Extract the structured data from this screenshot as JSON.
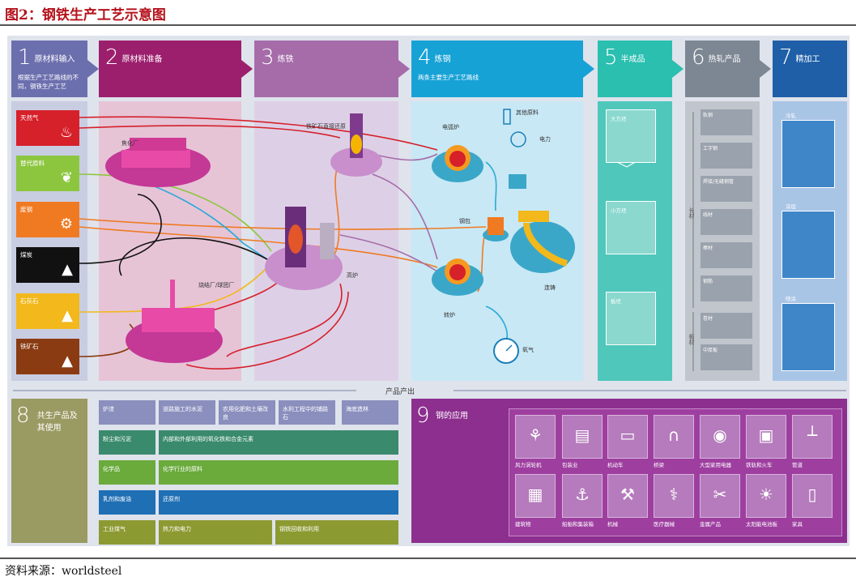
{
  "figure_title": "图2：钢铁生产工艺示意图",
  "source": "资料来源：worldsteel",
  "sections": [
    {
      "num": "1",
      "title": "原材料输入",
      "sub": "根据生产工艺路线的不同，钢铁生产工艺",
      "color": "#6c6fae"
    },
    {
      "num": "2",
      "title": "原材料准备",
      "color": "#9c1f6e"
    },
    {
      "num": "3",
      "title": "炼铁",
      "color": "#a56ca9"
    },
    {
      "num": "4",
      "title": "炼钢",
      "sub": "两条主要生产工艺路线",
      "color": "#17a2d6"
    },
    {
      "num": "5",
      "title": "半成品",
      "color": "#2bbfb0"
    },
    {
      "num": "6",
      "title": "热轧产品",
      "color": "#7d8793"
    },
    {
      "num": "7",
      "title": "精加工",
      "color": "#1f5fa8"
    }
  ],
  "inputs": [
    {
      "label": "天然气",
      "color": "#d6202a",
      "icon": "flame-icon"
    },
    {
      "label": "替代原料",
      "color": "#8cc63f",
      "icon": "corn-icon"
    },
    {
      "label": "废钢",
      "color": "#f07a22",
      "icon": "scrap-car-icon"
    },
    {
      "label": "煤炭",
      "color": "#111111",
      "icon": "pile-icon"
    },
    {
      "label": "石灰石",
      "color": "#f2b81c",
      "icon": "pile-icon"
    },
    {
      "label": "铁矿石",
      "color": "#8a3b12",
      "icon": "pile-icon"
    }
  ],
  "plant_labels": {
    "coke_plant": "焦化厂",
    "sinter_plant": "烧结厂/球团厂",
    "dri": "铁矿石直接还原",
    "blast_furnace": "高炉",
    "eaf": "电弧炉",
    "other_materials": "其他原料",
    "electricity": "电力",
    "ladle": "钢包",
    "bof": "转炉",
    "caster": "连铸",
    "oxygen": "氧气"
  },
  "semi_products": [
    "大方坯",
    "小方坯",
    "板坯"
  ],
  "hot_rolled": [
    "轨钢",
    "工字钢",
    "焊接/无缝钢管",
    "线材",
    "棒材",
    "钢筋",
    "卷材",
    "中厚板"
  ],
  "hot_rolled_groups": {
    "long": "长材",
    "flat": "板材"
  },
  "finishing": [
    "冷轧",
    "涂层",
    "喷涂"
  ],
  "output_label": "产品产出",
  "byproducts": {
    "num": "8",
    "title": "共生产品及其使用",
    "rows": [
      {
        "items": [
          "炉渣",
          "道路施工的水泥",
          "农用化肥和土壤改良",
          "水利工程中的铺路石",
          "海底造林"
        ],
        "color": "#8b8fbe"
      },
      {
        "items": [
          "粉尘和污泥",
          "内部和外部利用的氧化铁和合金元素"
        ],
        "color": "#3a8a6e"
      },
      {
        "items": [
          "化学品",
          "化学行业的原料"
        ],
        "color": "#6aab3c"
      },
      {
        "items": [
          "乳剂和废油",
          "还原剂"
        ],
        "color": "#1f6fb5"
      },
      {
        "items": [
          "工业煤气",
          "热力和电力",
          "钢铁回收和利用"
        ],
        "color": "#8c9a32"
      }
    ]
  },
  "applications": {
    "num": "9",
    "title": "钢的应用",
    "row1": [
      "风力涡轮机",
      "包装业",
      "机动车",
      "桥梁",
      "大型家用电器",
      "铁轨和火车",
      "管道"
    ],
    "row2": [
      "建筑物",
      "船舶和集装箱",
      "机械",
      "医疗器械",
      "金属产品",
      "太阳能电池板",
      "家具"
    ]
  },
  "colors": {
    "board": "#dfe3ec",
    "section8": "#9a9a63",
    "section9": "#8c2f8e",
    "bar_green": "#3a8a6e"
  }
}
